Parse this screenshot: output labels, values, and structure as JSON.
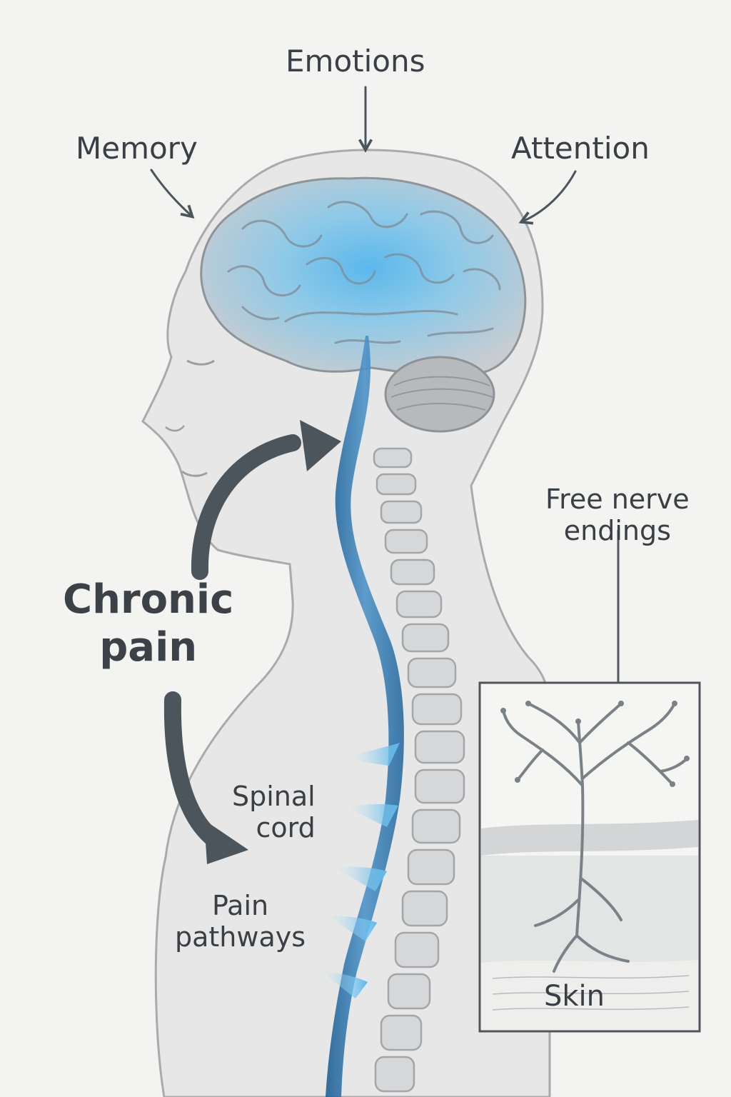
{
  "labels": {
    "emotions": "Emotions",
    "memory": "Memory",
    "attention": "Attention",
    "free_nerve_endings": [
      "Free nerve",
      "endings"
    ],
    "chronic_pain": [
      "Chronic",
      "pain"
    ],
    "spinal_cord": [
      "Spinal",
      "cord"
    ],
    "pain_pathways": [
      "Pain",
      "pathways"
    ],
    "skin": "Skin"
  },
  "colors": {
    "background": "#f3f3f1",
    "text": "#3a3f45",
    "arrow": "#4c545c",
    "brain_highlight": "#5bb8ec",
    "spinal_cord": "#2f72a8",
    "body_outline": "#a8aaac"
  }
}
